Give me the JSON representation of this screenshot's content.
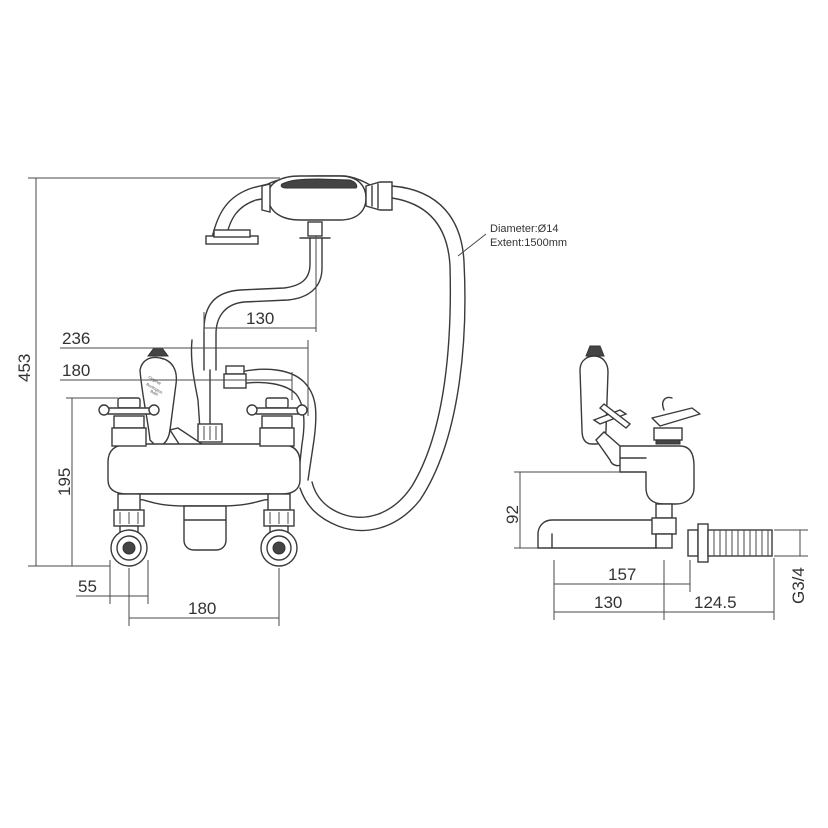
{
  "hose_note": {
    "diameter": "Diameter:Ø14",
    "extent": "Extent:1500mm"
  },
  "front_dims": {
    "d236": "236",
    "d180_top": "180",
    "d130": "130",
    "d453": "453",
    "d195": "195",
    "d55": "55",
    "d180_bottom": "180"
  },
  "side_dims": {
    "d92": "92",
    "d157": "157",
    "d130": "130",
    "d124_5": "124.5",
    "thread": "G3/4"
  },
  "handle_label": {
    "line1": "Original",
    "line2": "Burlington",
    "line3": "Bath"
  }
}
